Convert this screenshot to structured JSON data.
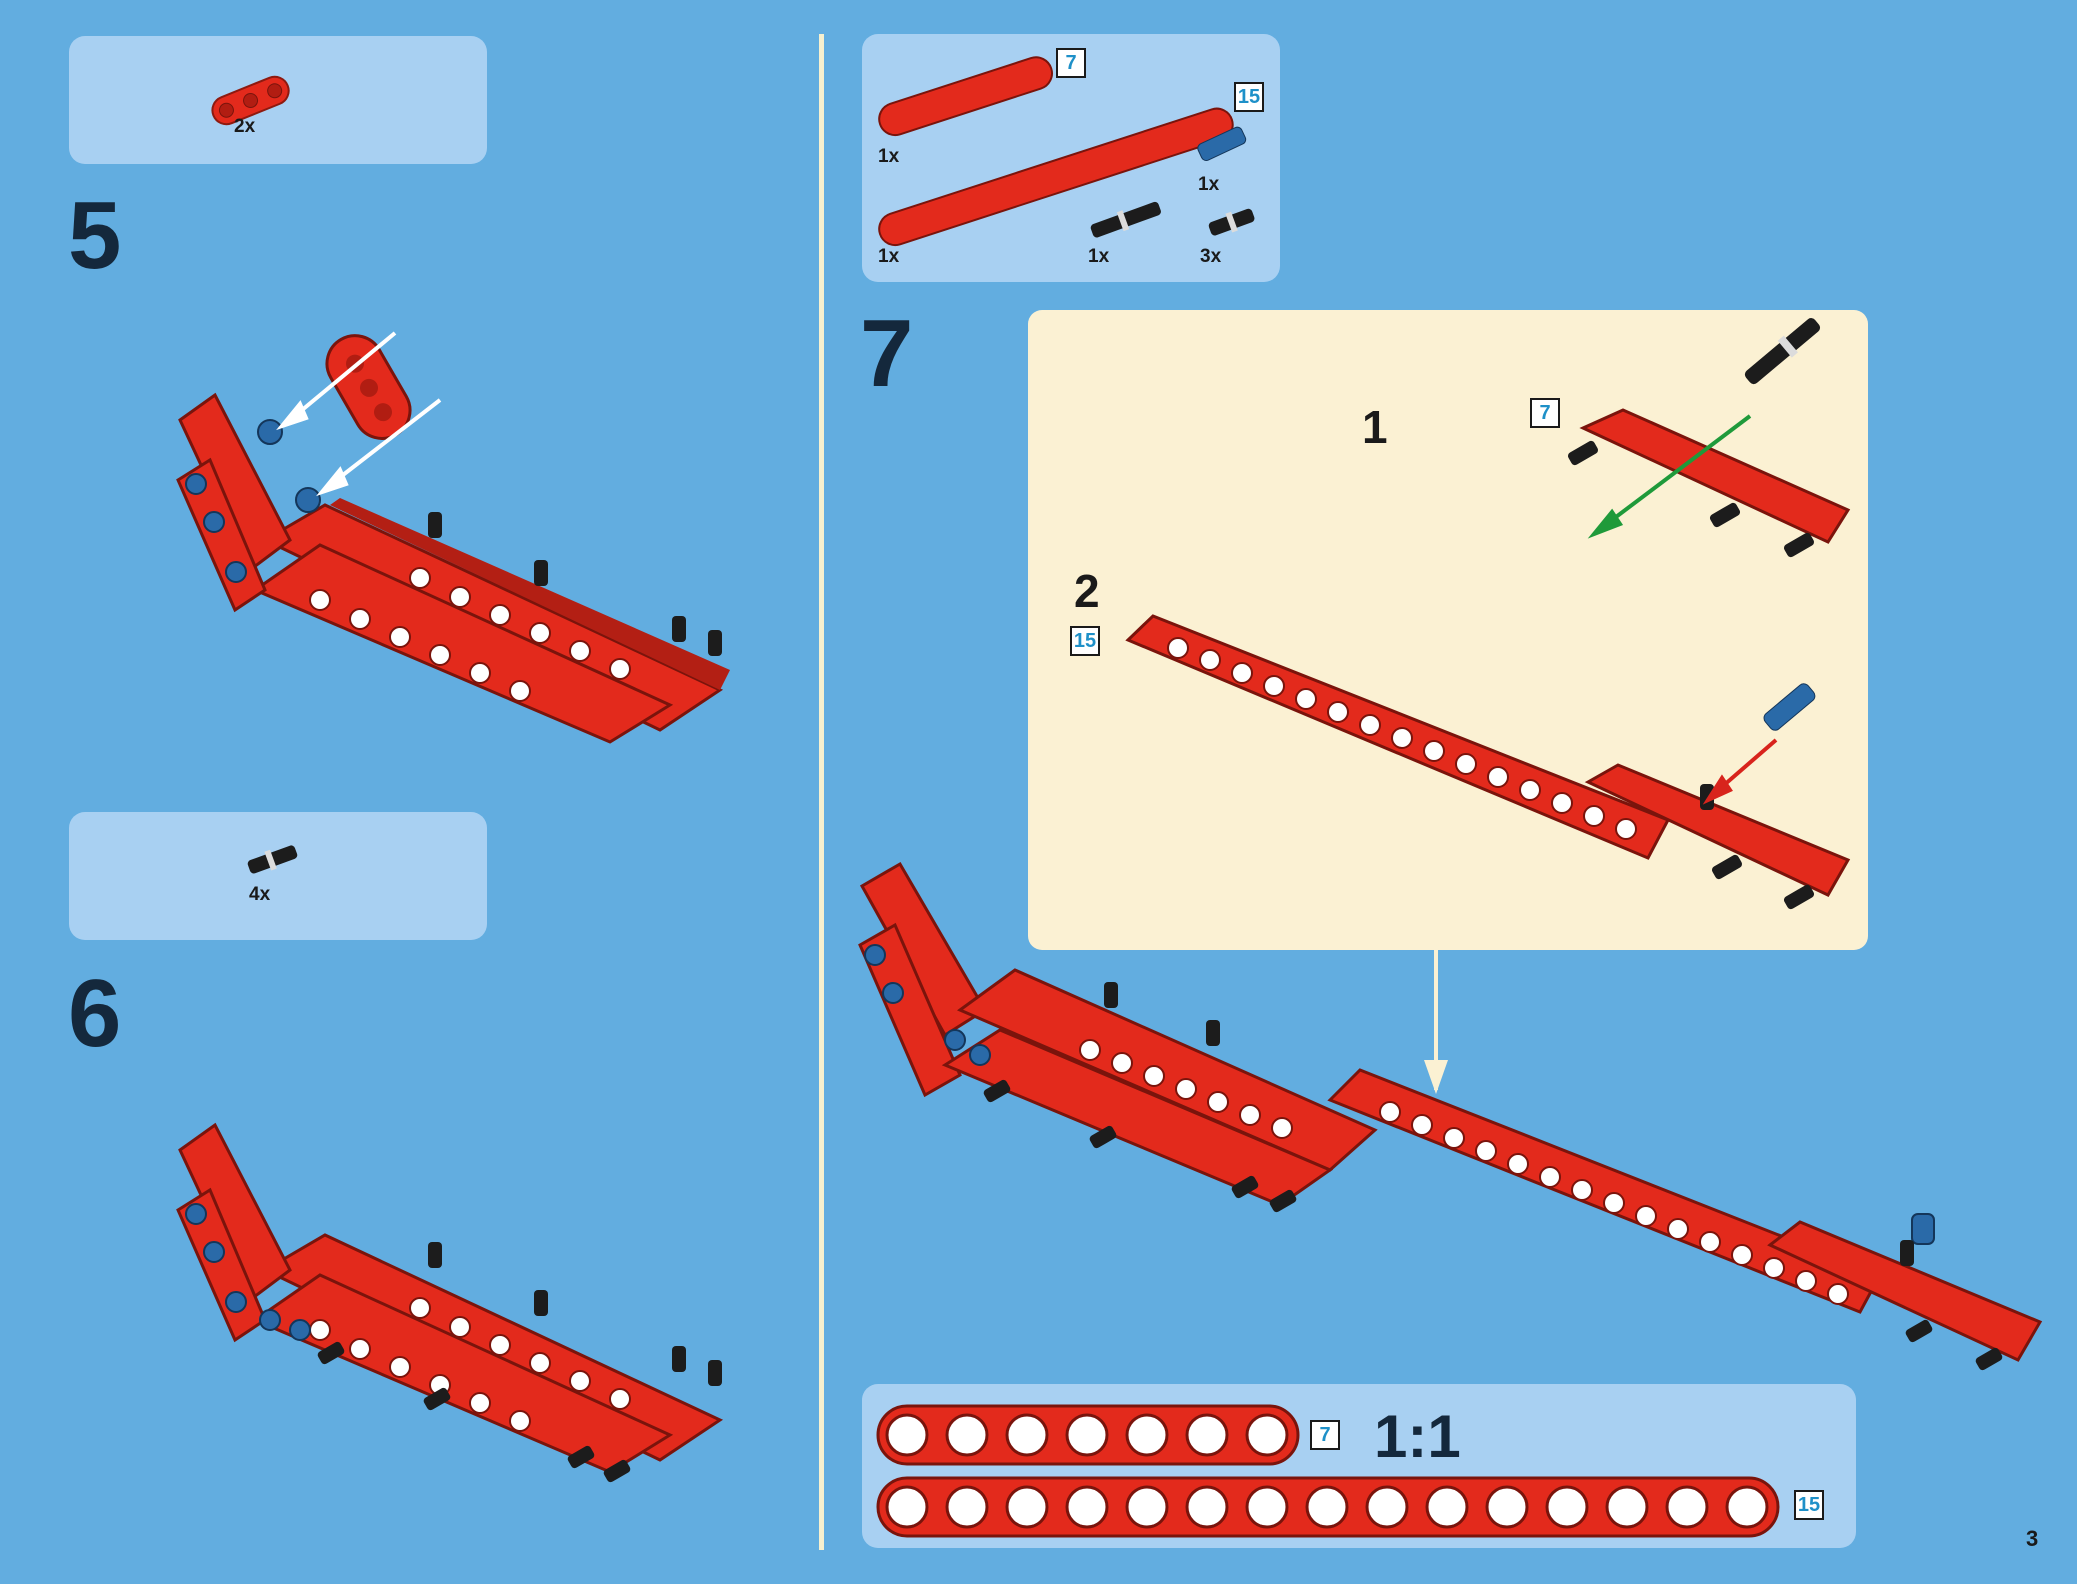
{
  "page_number": "3",
  "steps": [
    {
      "number": "5",
      "parts": [
        {
          "qty": "2x",
          "part": "red-beam-3-icon"
        }
      ]
    },
    {
      "number": "6",
      "parts": [
        {
          "qty": "4x",
          "part": "black-friction-pin-icon"
        }
      ]
    },
    {
      "number": "7",
      "parts": [
        {
          "qty": "1x",
          "part": "red-beam-7-icon",
          "length": "7"
        },
        {
          "qty": "1x",
          "part": "red-beam-15-icon",
          "length": "15"
        },
        {
          "qty": "1x",
          "part": "blue-axle-pin-icon"
        },
        {
          "qty": "1x",
          "part": "long-black-pin-icon"
        },
        {
          "qty": "3x",
          "part": "black-friction-pin-icon"
        }
      ],
      "substeps": [
        {
          "number": "1",
          "length_label": "7"
        },
        {
          "number": "2",
          "length_label": "15"
        }
      ],
      "scale_guide": {
        "ratio": "1:1",
        "beams": [
          "7",
          "15"
        ]
      }
    }
  ],
  "colors": {
    "background": "#62ade0",
    "parts_box": "#a8d0f2",
    "sub_panel": "#fbf1d3",
    "beam_red": "#e32a1c",
    "pin_black": "#1c1c1c",
    "pin_blue": "#2a6aa8",
    "arrow_green": "#1f9a3a",
    "arrow_red": "#d8241c"
  }
}
